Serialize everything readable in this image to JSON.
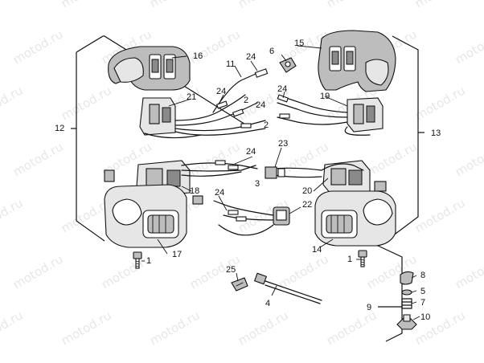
{
  "watermark": "motod.ru",
  "labels": {
    "n1a": "1",
    "n1b": "1",
    "n2a": "2",
    "n2b": "2",
    "n3": "3",
    "n4": "4",
    "n5": "5",
    "n6": "6",
    "n7": "7",
    "n8": "8",
    "n9": "9",
    "n10": "10",
    "n11": "11",
    "n12": "12",
    "n13": "13",
    "n14": "14",
    "n15": "15",
    "n16": "16",
    "n17": "17",
    "n18": "18",
    "n19": "19",
    "n20": "20",
    "n21": "21",
    "n22": "22",
    "n23": "23",
    "n24a": "24",
    "n24b": "24",
    "n24c": "24",
    "n24d": "24",
    "n24e": "24",
    "n24f": "24",
    "n25": "25"
  }
}
